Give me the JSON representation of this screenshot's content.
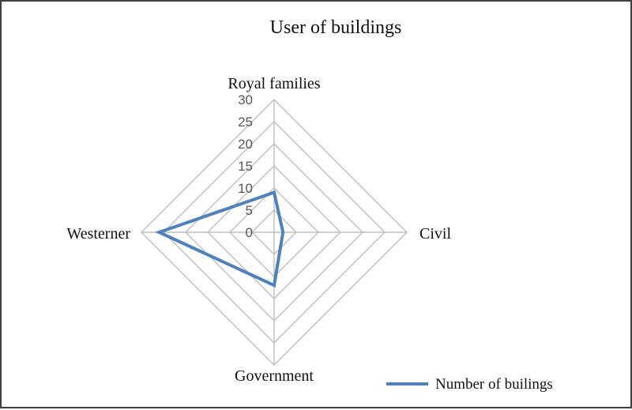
{
  "chart_data": {
    "type": "radar",
    "title": "User of buildings",
    "categories": [
      "Royal families",
      "Civil",
      "Government",
      "Westerner"
    ],
    "series": [
      {
        "name": "Number of builings",
        "values": [
          9,
          2,
          12,
          26
        ],
        "color": "#4f81bd"
      }
    ],
    "ticks": [
      "0",
      "5",
      "10",
      "15",
      "20",
      "25",
      "30"
    ],
    "rlim": [
      0,
      30
    ],
    "grid": true,
    "gridline_color": "#bfbfbf",
    "legend_position": "bottom-right"
  }
}
